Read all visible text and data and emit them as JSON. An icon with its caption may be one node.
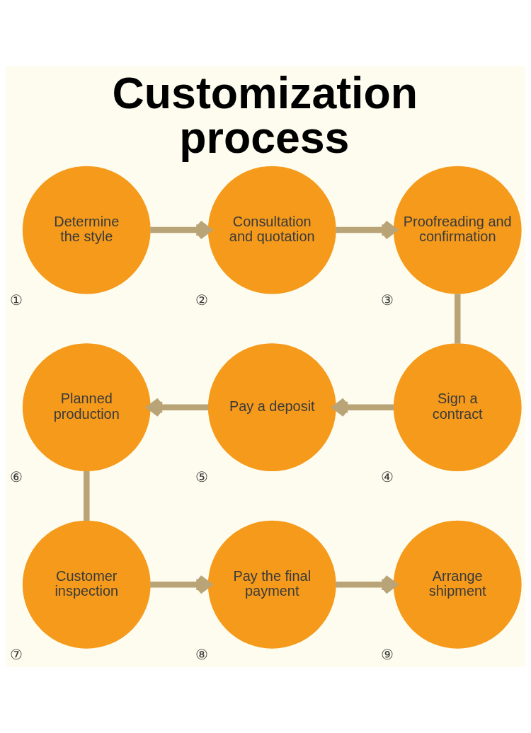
{
  "diagram": {
    "title": "Customization process",
    "nodes": [
      {
        "text": [
          "Determine the style"
        ],
        "beside": [
          "①"
        ]
      },
      {
        "text": [
          "Consultation and quotation"
        ],
        "beside": [
          "②"
        ]
      },
      {
        "text": [
          "Proofreading and confirmation"
        ],
        "beside": [
          "③"
        ]
      },
      {
        "text": [
          "Sign a contract"
        ],
        "beside": [
          "④"
        ]
      },
      {
        "text": [
          "Pay a deposit"
        ],
        "beside": [
          "⑤"
        ]
      },
      {
        "text": [
          "Planned production"
        ],
        "beside": [
          "⑥"
        ]
      },
      {
        "text": [
          "Customer inspection"
        ],
        "beside": [
          "⑦"
        ]
      },
      {
        "text": [
          "Pay the final payment"
        ],
        "beside": [
          "⑧"
        ]
      },
      {
        "text": [
          "Arrange shipment"
        ],
        "beside": [
          "⑨"
        ]
      }
    ],
    "edges": [
      {
        "from": 0,
        "to": 1,
        "arrow": "to"
      },
      {
        "from": 1,
        "to": 2,
        "arrow": "to"
      },
      {
        "from": 2,
        "to": 3,
        "arrow": "none"
      },
      {
        "from": 3,
        "to": 4,
        "arrow": "to"
      },
      {
        "from": 4,
        "to": 5,
        "arrow": "to"
      },
      {
        "from": 5,
        "to": 6,
        "arrow": "none"
      },
      {
        "from": 6,
        "to": 7,
        "arrow": "to"
      },
      {
        "from": 7,
        "to": 8,
        "arrow": "to"
      }
    ]
  }
}
